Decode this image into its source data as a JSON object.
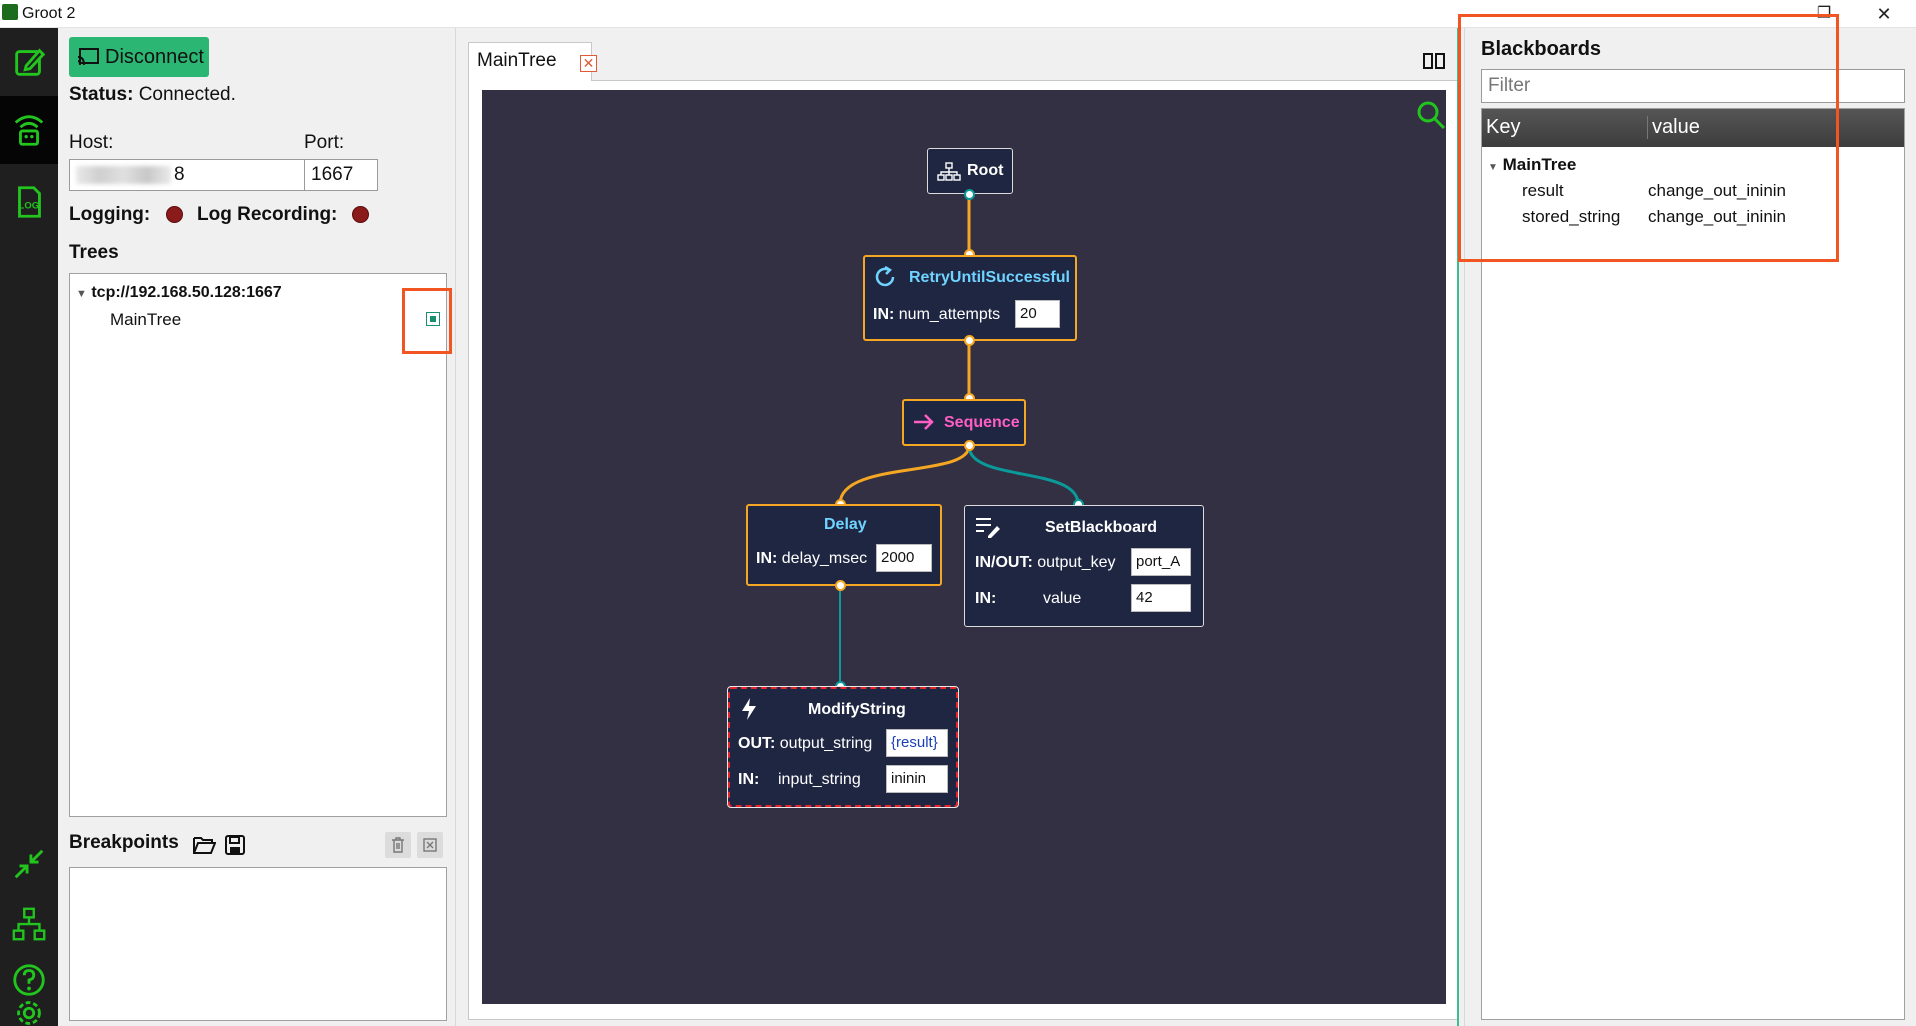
{
  "window": {
    "title": "Groot 2",
    "min_symbol": "—",
    "max_symbol": "❐",
    "close_symbol": "✕"
  },
  "rail": {
    "icons": [
      "edit-icon",
      "monitor-icon",
      "log-icon",
      "collapse-icon",
      "tree-layout-icon",
      "help-icon",
      "settings-icon"
    ],
    "accent": "#22c51e"
  },
  "monitor": {
    "disconnect_label": "Disconnect",
    "status_label": "Status:",
    "status_value": "Connected.",
    "host_label": "Host:",
    "host_value": "8",
    "port_label": "Port:",
    "port_value": "1667",
    "logging_label": "Logging:",
    "log_recording_label": "Log Recording:",
    "trees_label": "Trees",
    "tree_root": "tcp://192.168.50.128:1667",
    "tree_child": "MainTree",
    "breakpoints_label": "Breakpoints"
  },
  "editor": {
    "tab_label": "MainTree",
    "tab_close": "✕",
    "nodes": {
      "root": {
        "name": "Root"
      },
      "retry": {
        "name": "RetryUntilSuccessful",
        "port_dir": "IN:",
        "port_name": "num_attempts",
        "port_value": "20"
      },
      "sequence": {
        "name": "Sequence"
      },
      "delay": {
        "name": "Delay",
        "port_dir": "IN:",
        "port_name": "delay_msec",
        "port_value": "2000"
      },
      "setbb": {
        "name": "SetBlackboard",
        "p1_dir": "IN/OUT:",
        "p1_name": "output_key",
        "p1_value": "port_A",
        "p2_dir": "IN:",
        "p2_name": "value",
        "p2_value": "42"
      },
      "modify": {
        "name": "ModifyString",
        "p1_dir": "OUT:",
        "p1_name": "output_string",
        "p1_value": "{result}",
        "p2_dir": "IN:",
        "p2_name": "input_string",
        "p2_value": "ininin"
      }
    },
    "colors": {
      "canvas": "#323042",
      "node_bg": "#1f2642",
      "running": "#f5a623",
      "idle_wire": "#0a9a9a",
      "decorator_text": "#6fd4ff",
      "sequence_text": "#ff5ec4"
    }
  },
  "blackboards": {
    "title": "Blackboards",
    "filter_placeholder": "Filter",
    "col_key": "Key",
    "col_value": "value",
    "group": "MainTree",
    "rows": [
      {
        "key": "result",
        "value": "change_out_ininin"
      },
      {
        "key": "stored_string",
        "value": "change_out_ininin"
      }
    ]
  }
}
